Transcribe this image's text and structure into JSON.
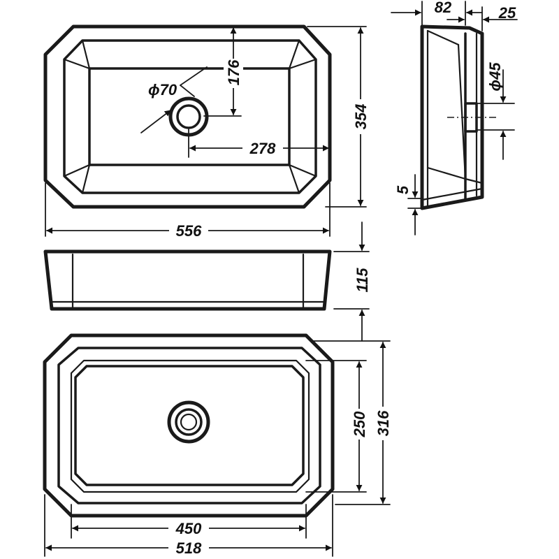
{
  "dimensions": {
    "outer_width": "556",
    "depth_front": "354",
    "center_offset": "278",
    "drain_offset": "176",
    "drain_diameter": "ϕ70",
    "height": "115",
    "base_length": "518",
    "base_inner_length": "450",
    "base_width": "316",
    "base_inner_width": "250",
    "side_depth": "82",
    "side_rim": "25",
    "side_hole": "ϕ45",
    "side_rim_thickness": "5"
  }
}
